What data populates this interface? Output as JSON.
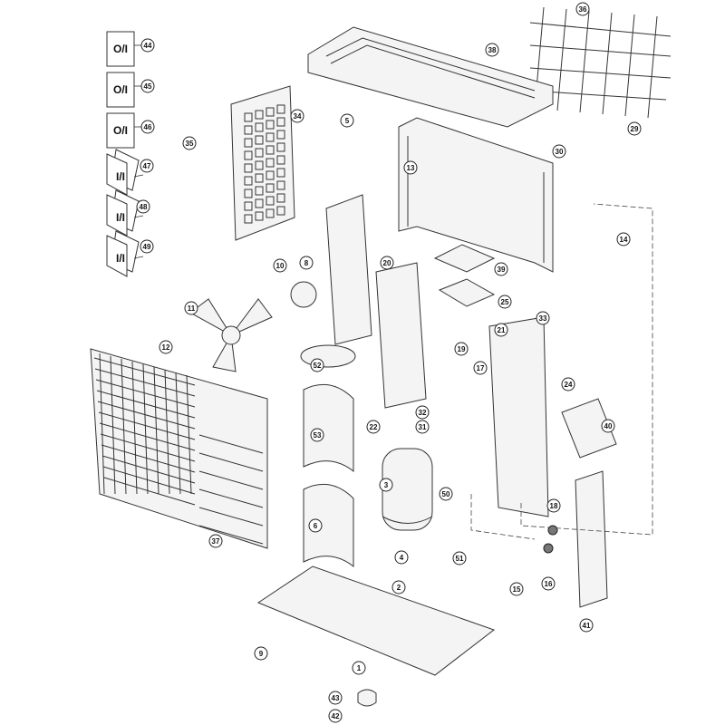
{
  "diagram": {
    "type": "exploded-parts-view",
    "documents": [
      {
        "callout": "44",
        "label": "O/I",
        "kind": "sheet"
      },
      {
        "callout": "45",
        "label": "O/I",
        "kind": "sheet"
      },
      {
        "callout": "46",
        "label": "O/I",
        "kind": "sheet"
      },
      {
        "callout": "47",
        "label": "I/I",
        "kind": "booklet"
      },
      {
        "callout": "48",
        "label": "I/I",
        "kind": "booklet"
      },
      {
        "callout": "49",
        "label": "I/I",
        "kind": "booklet"
      }
    ],
    "callouts": [
      "36",
      "38",
      "35",
      "34",
      "5",
      "13",
      "30",
      "29",
      "14",
      "39",
      "25",
      "10",
      "8",
      "20",
      "11",
      "12",
      "52",
      "33",
      "21",
      "19",
      "17",
      "24",
      "40",
      "32",
      "31",
      "22",
      "53",
      "3",
      "50",
      "6",
      "37",
      "18",
      "4",
      "51",
      "2",
      "15",
      "16",
      "41",
      "9",
      "1",
      "43",
      "42"
    ],
    "colors": {
      "line": "#333333",
      "fill": "#f4f4f4",
      "background": "#ffffff"
    }
  }
}
